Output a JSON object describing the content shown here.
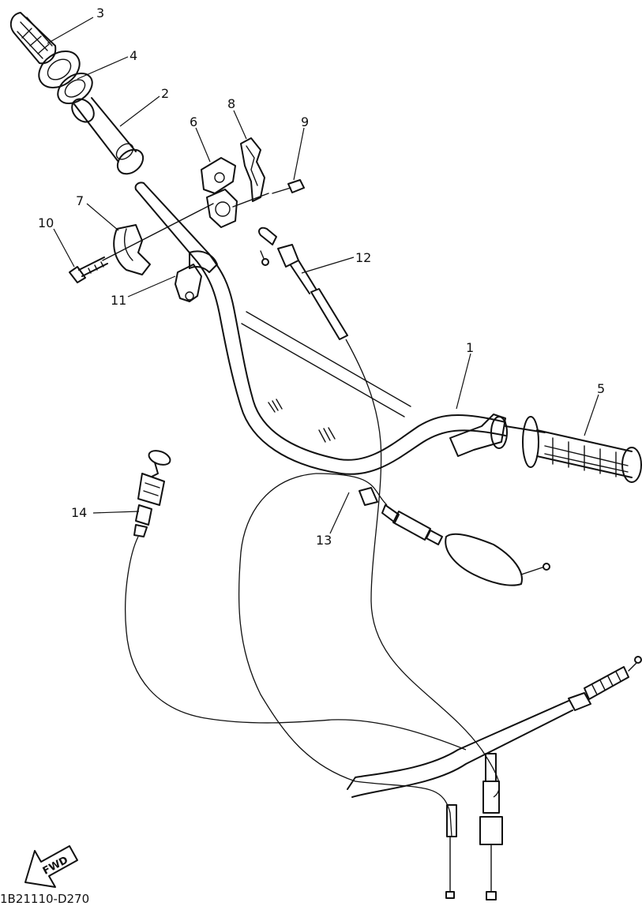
{
  "callouts": [
    {
      "id": "1",
      "text": "1"
    },
    {
      "id": "2",
      "text": "2"
    },
    {
      "id": "3",
      "text": "3"
    },
    {
      "id": "4",
      "text": "4"
    },
    {
      "id": "5",
      "text": "5"
    },
    {
      "id": "6",
      "text": "6"
    },
    {
      "id": "7",
      "text": "7"
    },
    {
      "id": "8",
      "text": "8"
    },
    {
      "id": "9",
      "text": "9"
    },
    {
      "id": "10",
      "text": "10"
    },
    {
      "id": "11",
      "text": "11"
    },
    {
      "id": "12",
      "text": "12"
    },
    {
      "id": "13",
      "text": "13"
    },
    {
      "id": "14",
      "text": "14"
    }
  ],
  "fwd_label": "FWD",
  "doc_number": "1B21110-D270"
}
